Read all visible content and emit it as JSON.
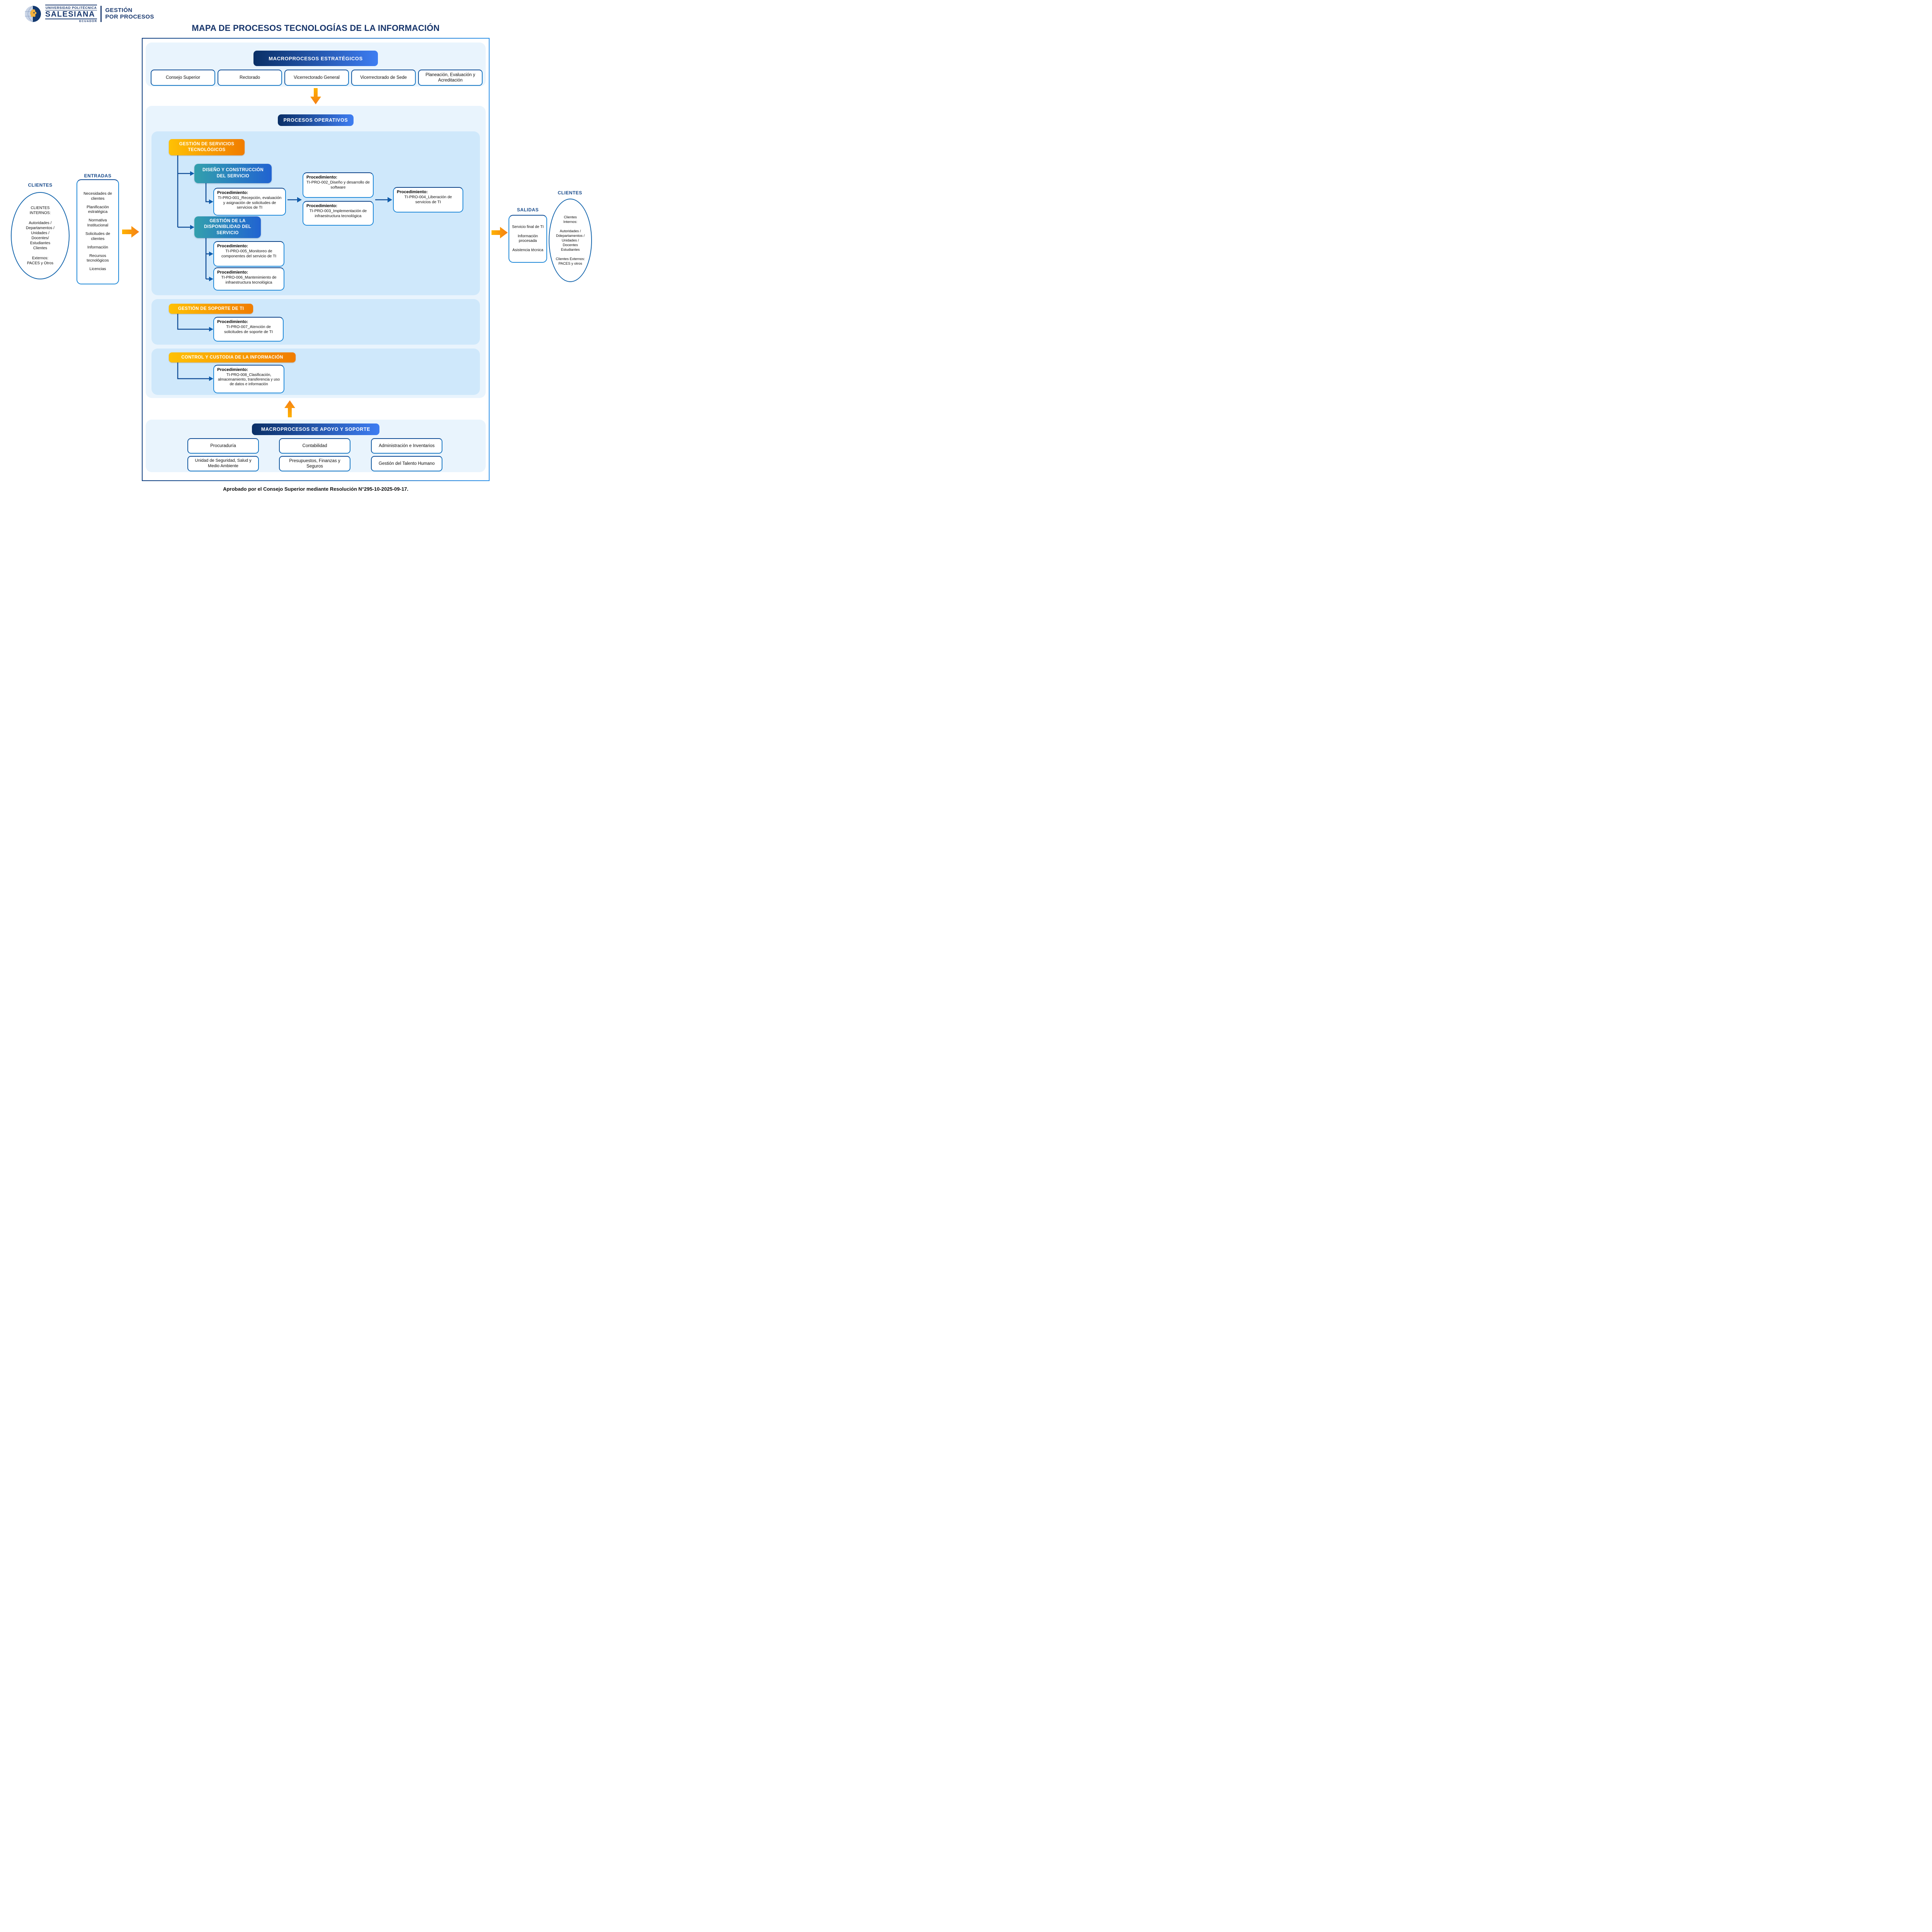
{
  "logo": {
    "university_small": "UNIVERSIDAD POLITÉCNICA",
    "university_name": "SALESIANA",
    "university_country": "ECUADOR",
    "brand_line1": "GESTIÓN",
    "brand_line2": "POR PROCESOS"
  },
  "title": "MAPA DE PROCESOS TECNOLOGÍAS DE LA INFORMACIÓN",
  "labels": {
    "procedure": "Procedimiento:"
  },
  "strategic": {
    "header": "MACROPROCESOS ESTRATÉGICOS",
    "boxes": [
      "Consejo Superior",
      "Rectorado",
      "Vicerrectorado General",
      "Vicerrectorado de Sede",
      "Planeación, Evaluación y Acreditación"
    ]
  },
  "operative": {
    "header": "PROCESOS OPERATIVOS",
    "groups": {
      "servicios": "GESTIÓN DE SERVICIOS TECNOLÓGICOS",
      "diseno": "DISEÑO Y CONSTRUCCIÓN DEL SERVICIO",
      "disponibilidad": "GESTIÓN DE LA DISPONIBLIDAD DEL SERVICIO",
      "soporte": "GESTIÓN DE SOPORTE DE TI",
      "control": "CONTROL Y CUSTODIA DE LA INFORMACIÓN"
    },
    "procedures": {
      "p1": "TI-PRO-001_Recepción, evaluación y asignación de solicitudes de servicios de TI",
      "p2": "TI-PRO-002_Diseño y desarrollo de software",
      "p3": "TI-PRO-003_Implementación de infraestructura tecnológica",
      "p4": "TI-PRO-004_Liberación de servicios de TI",
      "p5": "TI-PRO-005_Monitoreo de componentes del servicio de TI",
      "p6": "TI-PRO-006_Mantenimiento de infraestructura tecnológica",
      "p7": "TI-PRO-007_Atención de solicitudes de soporte de TI",
      "p8": "TI-PRO-008_Clasificación, almacenamiento, transferencia y uso de datos e información"
    }
  },
  "support": {
    "header": "MACROPROCESOS DE APOYO Y SOPORTE",
    "row1": [
      "Procuraduría",
      "Contabilidad",
      "Administración e Inventarios"
    ],
    "row2": [
      "Unidad de Seguridad, Salud y Medio Ambiente",
      "Presupuestos, Finanzas y Seguros",
      "Gestión del Talento Humano"
    ]
  },
  "inputs": {
    "label": "ENTRADAS",
    "items": [
      "Necesidades de clientes",
      "Planificación estratégica",
      "Normativa Institucional",
      "Solicitudes de clientes",
      "Información",
      "Recursos tecnológicos",
      "Licencias"
    ]
  },
  "outputs": {
    "label": "SALIDAS",
    "items": [
      "Servicio final de TI",
      "Información procesada",
      "Asistencia técnica"
    ]
  },
  "clients_left": {
    "label": "CLIENTES",
    "text": "CLIENTES\nINTERNOS:\n\nAutoridades /\nDepartamentos /\nUnidades /\nDocentes/\nEstudiantes\nClientes\n\nExternos:\nPACES y Otros"
  },
  "clients_right": {
    "label": "CLIENTES",
    "text": "Clientes\nInternos:\n\nAutoridades /\nDdepartamentos /\nUnidades /\nDocentes\nEstudiantes\n\nClientes Externos:\nPACES y otros"
  },
  "footer": "Aprobado por el Consejo Superior mediante Resolución N°295-10-2025-09-17.",
  "colors": {
    "navy": "#0c3b7d",
    "bright_blue": "#3e7df2",
    "panel_light": "#e9f4fd",
    "panel_medium": "#cfe8fb",
    "orange_start": "#ffc104",
    "orange_end": "#f07c00",
    "box_border": "#1777c4",
    "connector": "#0d4a94",
    "title_navy": "#17356b"
  }
}
